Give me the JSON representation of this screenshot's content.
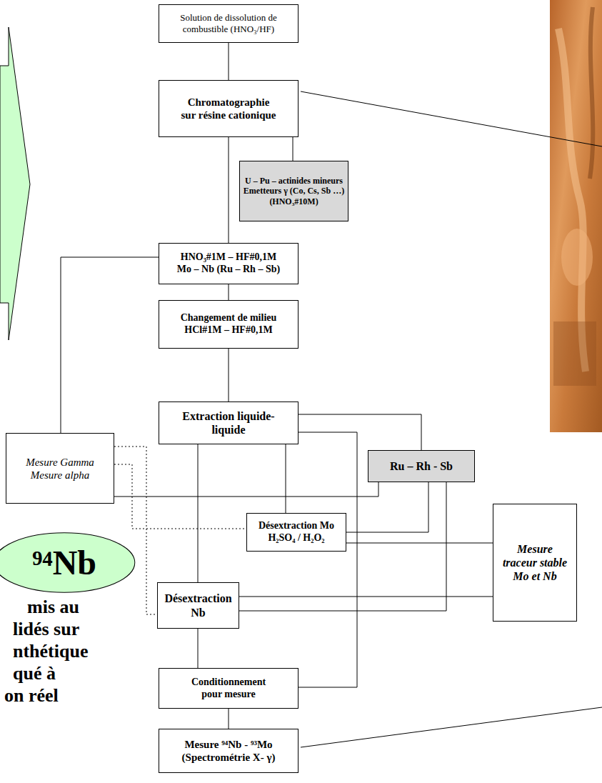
{
  "diagram": {
    "nodes": [
      {
        "text": [
          "Solution de dissolution de combustible (HNO₃/HF)"
        ]
      },
      {
        "text": [
          "Chromatographie sur résine cationique"
        ]
      },
      {
        "text": [
          "U – Pu – actinides mineurs",
          "Emetteurs γ (Co, Cs, Sb …)",
          "(HNO₃#10M)"
        ]
      },
      {
        "text": [
          "HNO₃#1M – HF#0,1M",
          "Mo – Nb (Ru – Rh – Sb)"
        ]
      },
      {
        "text": [
          "Changement de milieu",
          "HCl#1M – HF#0,1M"
        ]
      },
      {
        "text": [
          "Mesure Gamma",
          "Mesure alpha"
        ]
      },
      {
        "text": [
          "Extraction liquide-liquide"
        ]
      },
      {
        "text": [
          "Ru – Rh - Sb"
        ]
      },
      {
        "text": [
          "Désextraction Mo",
          "H₂SO₄ / H₂O₂"
        ]
      },
      {
        "text": [
          "Mesure traceur stable Mo et Nb"
        ]
      },
      {
        "text": [
          "Désextraction Nb"
        ]
      },
      {
        "text": [
          "Conditionnement pour mesure"
        ]
      },
      {
        "text": [
          "Mesure ⁹⁴Nb - ⁹³Mo",
          "(Spectrométrie X- γ)"
        ]
      },
      {
        "text": [
          "⁹⁴Nb"
        ]
      }
    ],
    "edges": [
      {
        "from": 0,
        "to": 1,
        "arrow": "none"
      },
      {
        "from": 1,
        "to": 2,
        "arrow": "none"
      },
      {
        "from": 1,
        "to": 3,
        "arrow": "none"
      },
      {
        "from": 3,
        "to": 4,
        "arrow": "none"
      },
      {
        "from": 3,
        "to": 5,
        "arrow": "none"
      },
      {
        "from": 4,
        "to": 6,
        "arrow": "none"
      },
      {
        "from": 6,
        "to": 7,
        "arrow": "none"
      },
      {
        "from": 7,
        "to": 5,
        "arrow": "none"
      },
      {
        "from": 6,
        "to": 8,
        "arrow": "none"
      },
      {
        "from": 6,
        "to": 10,
        "arrow": "none"
      },
      {
        "from": 6,
        "to": 11,
        "arrow": "none"
      },
      {
        "from": 7,
        "to": 8,
        "arrow": "none"
      },
      {
        "from": 7,
        "to": 10,
        "arrow": "none"
      },
      {
        "from": 8,
        "to": 9,
        "arrow": "none"
      },
      {
        "from": 10,
        "to": 9,
        "arrow": "none"
      },
      {
        "from": 5,
        "to": 8,
        "arrow": "none"
      },
      {
        "from": 5,
        "to": 10,
        "arrow": "none"
      },
      {
        "from": 10,
        "to": 11,
        "arrow": "none"
      },
      {
        "from": 11,
        "to": 12,
        "arrow": "none"
      }
    ],
    "labels": [
      "mis au",
      "lidés sur",
      "nthétique",
      "qué à",
      "on réel"
    ]
  }
}
